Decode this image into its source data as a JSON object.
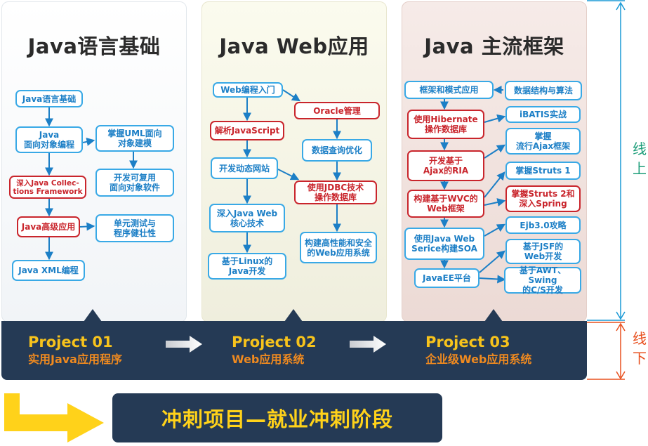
{
  "columns": [
    {
      "title": "Java语言基础",
      "nodes": {
        "a1": "Java语言基础",
        "a2": "Java\n面向对象编程",
        "a3": "掌握UML面向\n对象建模",
        "a4": "开发可复用\n面向对象软件",
        "a5": "深入Java Collec-\ntions Framework",
        "a6": "Java高级应用",
        "a7": "单元测试与\n程序健壮性",
        "a8": "Java XML编程"
      }
    },
    {
      "title": "Java Web应用",
      "nodes": {
        "b1": "Web编程入门",
        "b2": "Oracle管理",
        "b3": "解析JavaScript",
        "b4": "数据查询优化",
        "b5": "开发动态网站",
        "b6": "使用JDBC技术\n操作数据库",
        "b7": "深入Java Web\n核心技术",
        "b8": "构建高性能和安全\n的Web应用系统",
        "b9": "基于Linux的\nJava开发"
      }
    },
    {
      "title": "Java 主流框架",
      "nodes": {
        "c1": "框架和模式应用",
        "c2": "数据结构与算法",
        "c3": "使用Hibernate\n操作数据库",
        "c4": "iBATIS实战",
        "c5": "掌握\n流行Ajax框架",
        "c6": "开发基于\nAjax的RIA",
        "c7": "掌握Struts 1",
        "c8": "构建基于WVC的\nWeb框架",
        "c9": "掌握Struts 2和\n深入Spring",
        "c10": "Ejb3.0攻略",
        "c11": "使用Java Web\nSerice构建SOA",
        "c12": "基于JSF的\nWeb开发",
        "c13": "JavaEE平台",
        "c14": "基于AWT、Swing\n的C/S开发"
      }
    }
  ],
  "projects": [
    {
      "name": "Project 01",
      "subtitle": "实用Java应用程序"
    },
    {
      "name": "Project 02",
      "subtitle": "Web应用系统"
    },
    {
      "name": "Project 03",
      "subtitle": "企业级Web应用系统"
    }
  ],
  "side_labels": {
    "online": "线\n上",
    "offline": "线\n下"
  },
  "final_stage": "冲刺项目—就业冲刺阶段",
  "colors": {
    "node_blue": "#39a9e6",
    "node_red": "#c9252c",
    "band": "#253a55",
    "project_name": "#f7c31c",
    "project_subtitle": "#f08a1f",
    "online": "#1e9e7a",
    "offline": "#e8501f"
  }
}
